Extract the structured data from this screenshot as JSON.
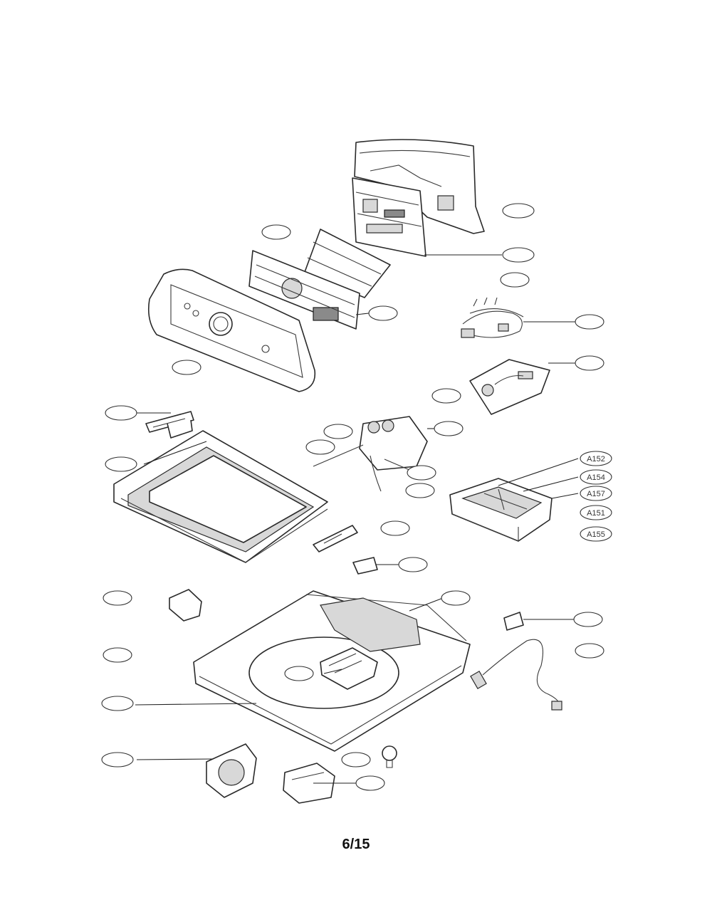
{
  "page_number": "6/15",
  "callout_labels": {
    "a152_upper": "A152",
    "a154": "A154",
    "a157": "A157",
    "a151": "A151",
    "a155": "A155"
  }
}
